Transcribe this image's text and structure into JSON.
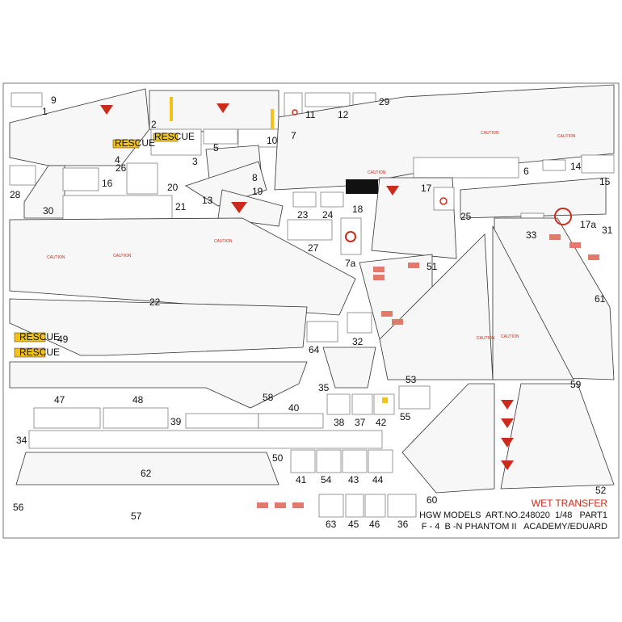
{
  "sheet": {
    "title": "WET TRANSFER",
    "line1": "HGW MODELS  ART.NO.248020  1/48   PART1",
    "line2": "F - 4  B -N PHANTOM II   ACADEMY/EDUARD",
    "badges": {
      "rescue": "RESCUE",
      "caution": "CAUTION"
    },
    "part_numbers": {
      "p1": "1",
      "p2": "2",
      "p3": "3",
      "p4": "4",
      "p5": "5",
      "p6": "6",
      "p7": "7",
      "p7a": "7a",
      "p8": "8",
      "p9": "9",
      "p10": "10",
      "p11": "11",
      "p12": "12",
      "p13": "13",
      "p14": "14",
      "p15": "15",
      "p16": "16",
      "p17": "17",
      "p17a": "17a",
      "p18": "18",
      "p19": "19",
      "p20": "20",
      "p21": "21",
      "p22": "22",
      "p23": "23",
      "p24": "24",
      "p25": "25",
      "p26": "26",
      "p27": "27",
      "p28": "28",
      "p29": "29",
      "p30": "30",
      "p31": "31",
      "p32": "32",
      "p33": "33",
      "p34": "34",
      "p35": "35",
      "p36": "36",
      "p37": "37",
      "p38": "38",
      "p39": "39",
      "p40": "40",
      "p41": "41",
      "p42": "42",
      "p43": "43",
      "p44": "44",
      "p45": "45",
      "p46": "46",
      "p47": "47",
      "p48": "48",
      "p49": "49",
      "p50": "50",
      "p51": "51",
      "p52": "52",
      "p53": "53",
      "p54": "54",
      "p55": "55",
      "p56": "56",
      "p57": "57",
      "p58": "58",
      "p59": "59",
      "p60": "60",
      "p61": "61",
      "p62": "62",
      "p63": "63",
      "p64": "64"
    },
    "colors": {
      "caution_red": "#cc2a1a",
      "rescue_yellow": "#f2c21b",
      "outline": "#333333"
    }
  }
}
